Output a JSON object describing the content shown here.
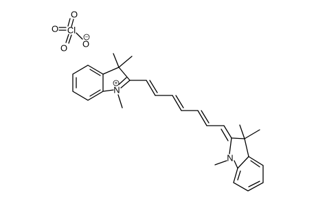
{
  "molecule": {
    "perchlorate": {
      "chlorine": "Cl",
      "oxygen": "O",
      "minus": "−"
    },
    "indolium_nitrogen": "N",
    "indolium_charge": "+",
    "indoline_nitrogen": "N"
  }
}
